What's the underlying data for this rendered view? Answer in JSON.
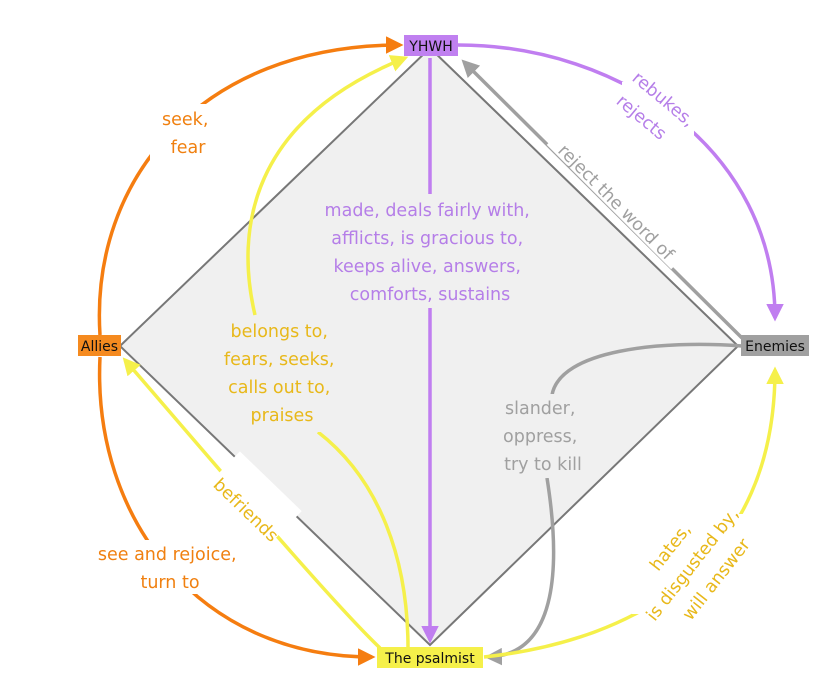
{
  "nodes": {
    "yhwh": {
      "label": "YHWH",
      "color": "#c080f0"
    },
    "allies": {
      "label": "Allies",
      "color": "#f58a1f"
    },
    "enemies": {
      "label": "Enemies",
      "color": "#a0a0a0"
    },
    "psalmist": {
      "label": "The psalmist",
      "color": "#f5f04a"
    }
  },
  "labels": {
    "seek_fear": [
      "seek,",
      "fear"
    ],
    "rebukes_rejects": [
      "rebukes,",
      "rejects"
    ],
    "reject_word": "reject the word of",
    "yhwh_to_psalmist": [
      "made, deals fairly with,",
      "afflicts, is gracious to,",
      "keeps alive, answers,",
      "comforts, sustains"
    ],
    "psalmist_to_yhwh": [
      "belongs to,",
      "fears, seeks,",
      "calls out to,",
      "praises"
    ],
    "enemies_to_psalmist": [
      "slander,",
      "oppress,",
      "try to kill"
    ],
    "befriends": "befriends",
    "see_rejoice": [
      "see and rejoice,",
      "turn to"
    ],
    "hates": [
      "hates,",
      "is disgusted by,",
      "will answer"
    ]
  },
  "colors": {
    "orange_arrow": "#f57d10",
    "orange_text": "#f08010",
    "purple": "#c07ef0",
    "purple_text": "#b57ee8",
    "yellow_arrow": "#f5f04a",
    "yellow_text": "#e8b81a",
    "gray": "#a0a0a0",
    "diamond_fill": "#f0f0f0",
    "diamond_stroke": "#777777"
  }
}
